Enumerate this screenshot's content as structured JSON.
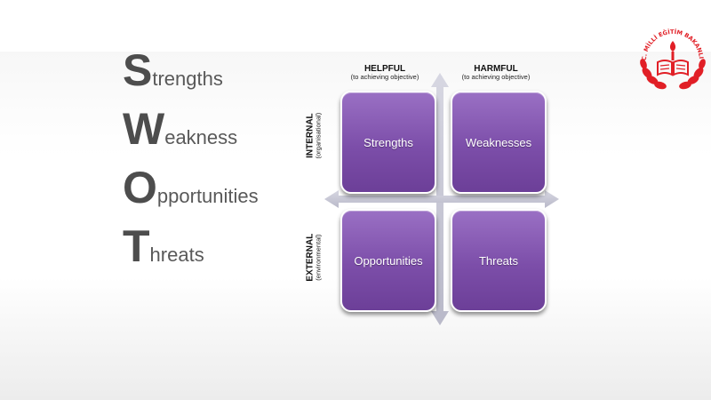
{
  "swot": [
    {
      "letter": "S",
      "rest": "trengths"
    },
    {
      "letter": "W",
      "rest": "eakness"
    },
    {
      "letter": "O",
      "rest": "pportunities"
    },
    {
      "letter": "T",
      "rest": "hreats"
    }
  ],
  "matrix": {
    "columns": [
      {
        "title": "HELPFUL",
        "subtitle": "(to achieving objective)"
      },
      {
        "title": "HARMFUL",
        "subtitle": "(to achieving objective)"
      }
    ],
    "rows": [
      {
        "title": "INTERNAL",
        "subtitle": "(organisational)"
      },
      {
        "title": "EXTERNAL",
        "subtitle": "(environmental)"
      }
    ],
    "quadrants": {
      "strengths": "Strengths",
      "weaknesses": "Weaknesses",
      "opportunities": "Opportunities",
      "threats": "Threats"
    }
  },
  "logo": {
    "text": "T.C. MİLLİ EĞİTİM BAKANLIĞI",
    "colors": {
      "primary": "#e11f26"
    }
  },
  "colors": {
    "quad_top": "#9a70c4",
    "quad_bottom": "#6c3f98",
    "axis": "#c9c9d6"
  }
}
